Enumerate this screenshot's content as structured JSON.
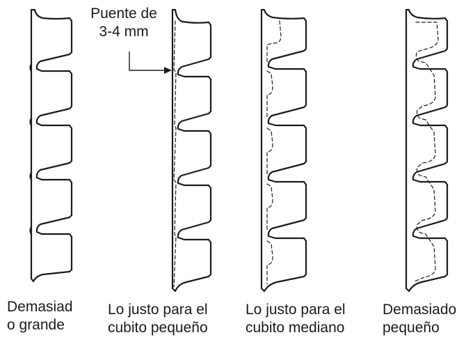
{
  "callout": {
    "line1": "Puente de",
    "line2": "3-4 mm"
  },
  "captions": [
    {
      "line1": "Demasiad",
      "line2": "o grande"
    },
    {
      "line1": "Lo justo para el",
      "line2": "cubito pequeño"
    },
    {
      "line1": "Lo justo para el",
      "line2": "cubito mediano"
    },
    {
      "line1": "Demasiado",
      "line2": "pequeño"
    }
  ],
  "tray_fits": [
    "too-large",
    "fits-small",
    "fits-medium",
    "too-small"
  ],
  "colors": {
    "ink": "#1a1a1a",
    "background": "#ffffff"
  }
}
